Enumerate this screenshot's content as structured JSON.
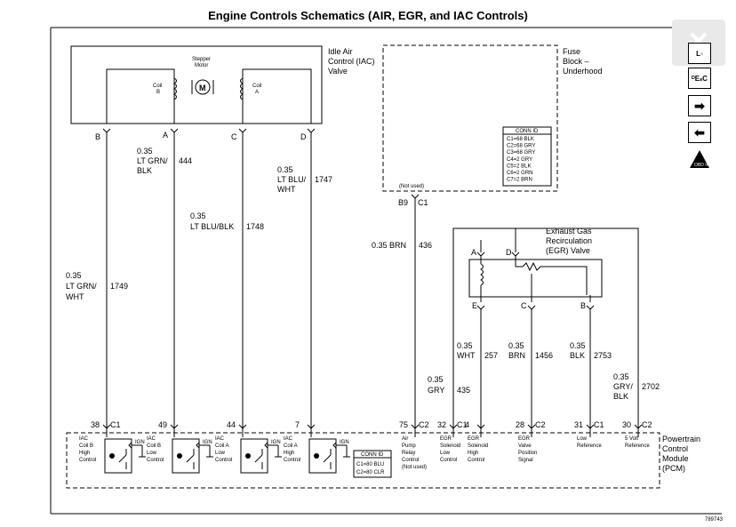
{
  "title": "Engine Controls Schematics (AIR, EGR, and IAC Controls)",
  "ui": {
    "close_glyph": "✕",
    "next_glyph": "➡",
    "prev_glyph": "⬅",
    "obd_label": "OBD II"
  },
  "icons": [
    "close-icon",
    "locator-icon",
    "description-icon",
    "next-arrow-icon",
    "previous-arrow-icon",
    "obd-warning-icon"
  ],
  "iac": {
    "label_lines": [
      "Idle Air",
      "Control (IAC)",
      "Valve"
    ],
    "motor_lines": [
      "Stepper",
      "Motor"
    ],
    "motor_glyph": "M",
    "coil_b": [
      "Coil",
      "B"
    ],
    "coil_a": [
      "Coil",
      "A"
    ],
    "pins": [
      "B",
      "A",
      "C",
      "D"
    ]
  },
  "fuse_block": {
    "label_lines": [
      "Fuse",
      "Block –",
      "Underhood"
    ],
    "conn_title": "CONN ID",
    "conn_rows": [
      "C1=68 BLK",
      "C2=68 GRY",
      "C3=68 GRY",
      "C4=2 GRY",
      "C5=2 BLK",
      "C6=2 GRN",
      "C7=2 BRN"
    ],
    "not_used": "(Not used)",
    "pin": "B9",
    "connector": "C1"
  },
  "egr": {
    "label_lines": [
      "Exhaust Gas",
      "Recirculation",
      "(EGR) Valve"
    ],
    "pins": [
      "A",
      "D",
      "E",
      "C",
      "B"
    ]
  },
  "wires": [
    {
      "size": "0.35",
      "color_lines": [
        "LT GRN/",
        "WHT"
      ],
      "circuit": "1749"
    },
    {
      "size": "0.35",
      "color_lines": [
        "LT GRN/",
        "BLK"
      ],
      "circuit": "444"
    },
    {
      "size": "0.35",
      "color_lines": [
        "LT BLU/BLK"
      ],
      "circuit": "1748"
    },
    {
      "size": "0.35",
      "color_lines": [
        "LT BLU/",
        "WHT"
      ],
      "circuit": "1747"
    },
    {
      "size": "0.35 BRN",
      "color_lines": [],
      "circuit": "436"
    },
    {
      "size": "0.35",
      "color_lines": [
        "GRY"
      ],
      "circuit": "435"
    },
    {
      "size": "0.35",
      "color_lines": [
        "WHT"
      ],
      "circuit": "257"
    },
    {
      "size": "0.35",
      "color_lines": [
        "BRN"
      ],
      "circuit": "1456"
    },
    {
      "size": "0.35",
      "color_lines": [
        "BLK"
      ],
      "circuit": "2753"
    },
    {
      "size": "0.35",
      "color_lines": [
        "GRY/",
        "BLK"
      ],
      "circuit": "2702"
    }
  ],
  "pcm": {
    "label_lines": [
      "Powertrain",
      "Control",
      "Module",
      "(PCM)"
    ],
    "conn_title": "CONN ID",
    "conn_rows": [
      "C1=80 BLU",
      "C2=80 CLR"
    ],
    "ign": "IGN",
    "terminals": [
      {
        "pin": "38",
        "conn": "C1",
        "desc": [
          "IAC",
          "Coil B",
          "High",
          "Control"
        ]
      },
      {
        "pin": "49",
        "conn": "",
        "desc": [
          "IAC",
          "Coil B",
          "Low",
          "Control"
        ]
      },
      {
        "pin": "44",
        "conn": "",
        "desc": [
          "IAC",
          "Coil A",
          "Low",
          "Control"
        ]
      },
      {
        "pin": "7",
        "conn": "",
        "desc": [
          "IAC",
          "Coil A",
          "High",
          "Control"
        ]
      },
      {
        "pin": "75",
        "conn": "C2",
        "desc": [
          "Air",
          "Pump",
          "Relay",
          "Control",
          "(Not used)"
        ]
      },
      {
        "pin": "32",
        "conn": "C1",
        "desc": [
          "EGR",
          "Solenoid",
          "Low",
          "Control"
        ]
      },
      {
        "pin": "4",
        "conn": "",
        "desc": [
          "EGR",
          "Solenoid",
          "High",
          "Control"
        ]
      },
      {
        "pin": "28",
        "conn": "C2",
        "desc": [
          "EGR",
          "Valve",
          "Position",
          "Signal"
        ]
      },
      {
        "pin": "31",
        "conn": "C1",
        "desc": [
          "Low",
          "Reference"
        ]
      },
      {
        "pin": "30",
        "conn": "C2",
        "desc": [
          "5 Volt",
          "Reference"
        ]
      }
    ]
  },
  "figure_id": "789743"
}
